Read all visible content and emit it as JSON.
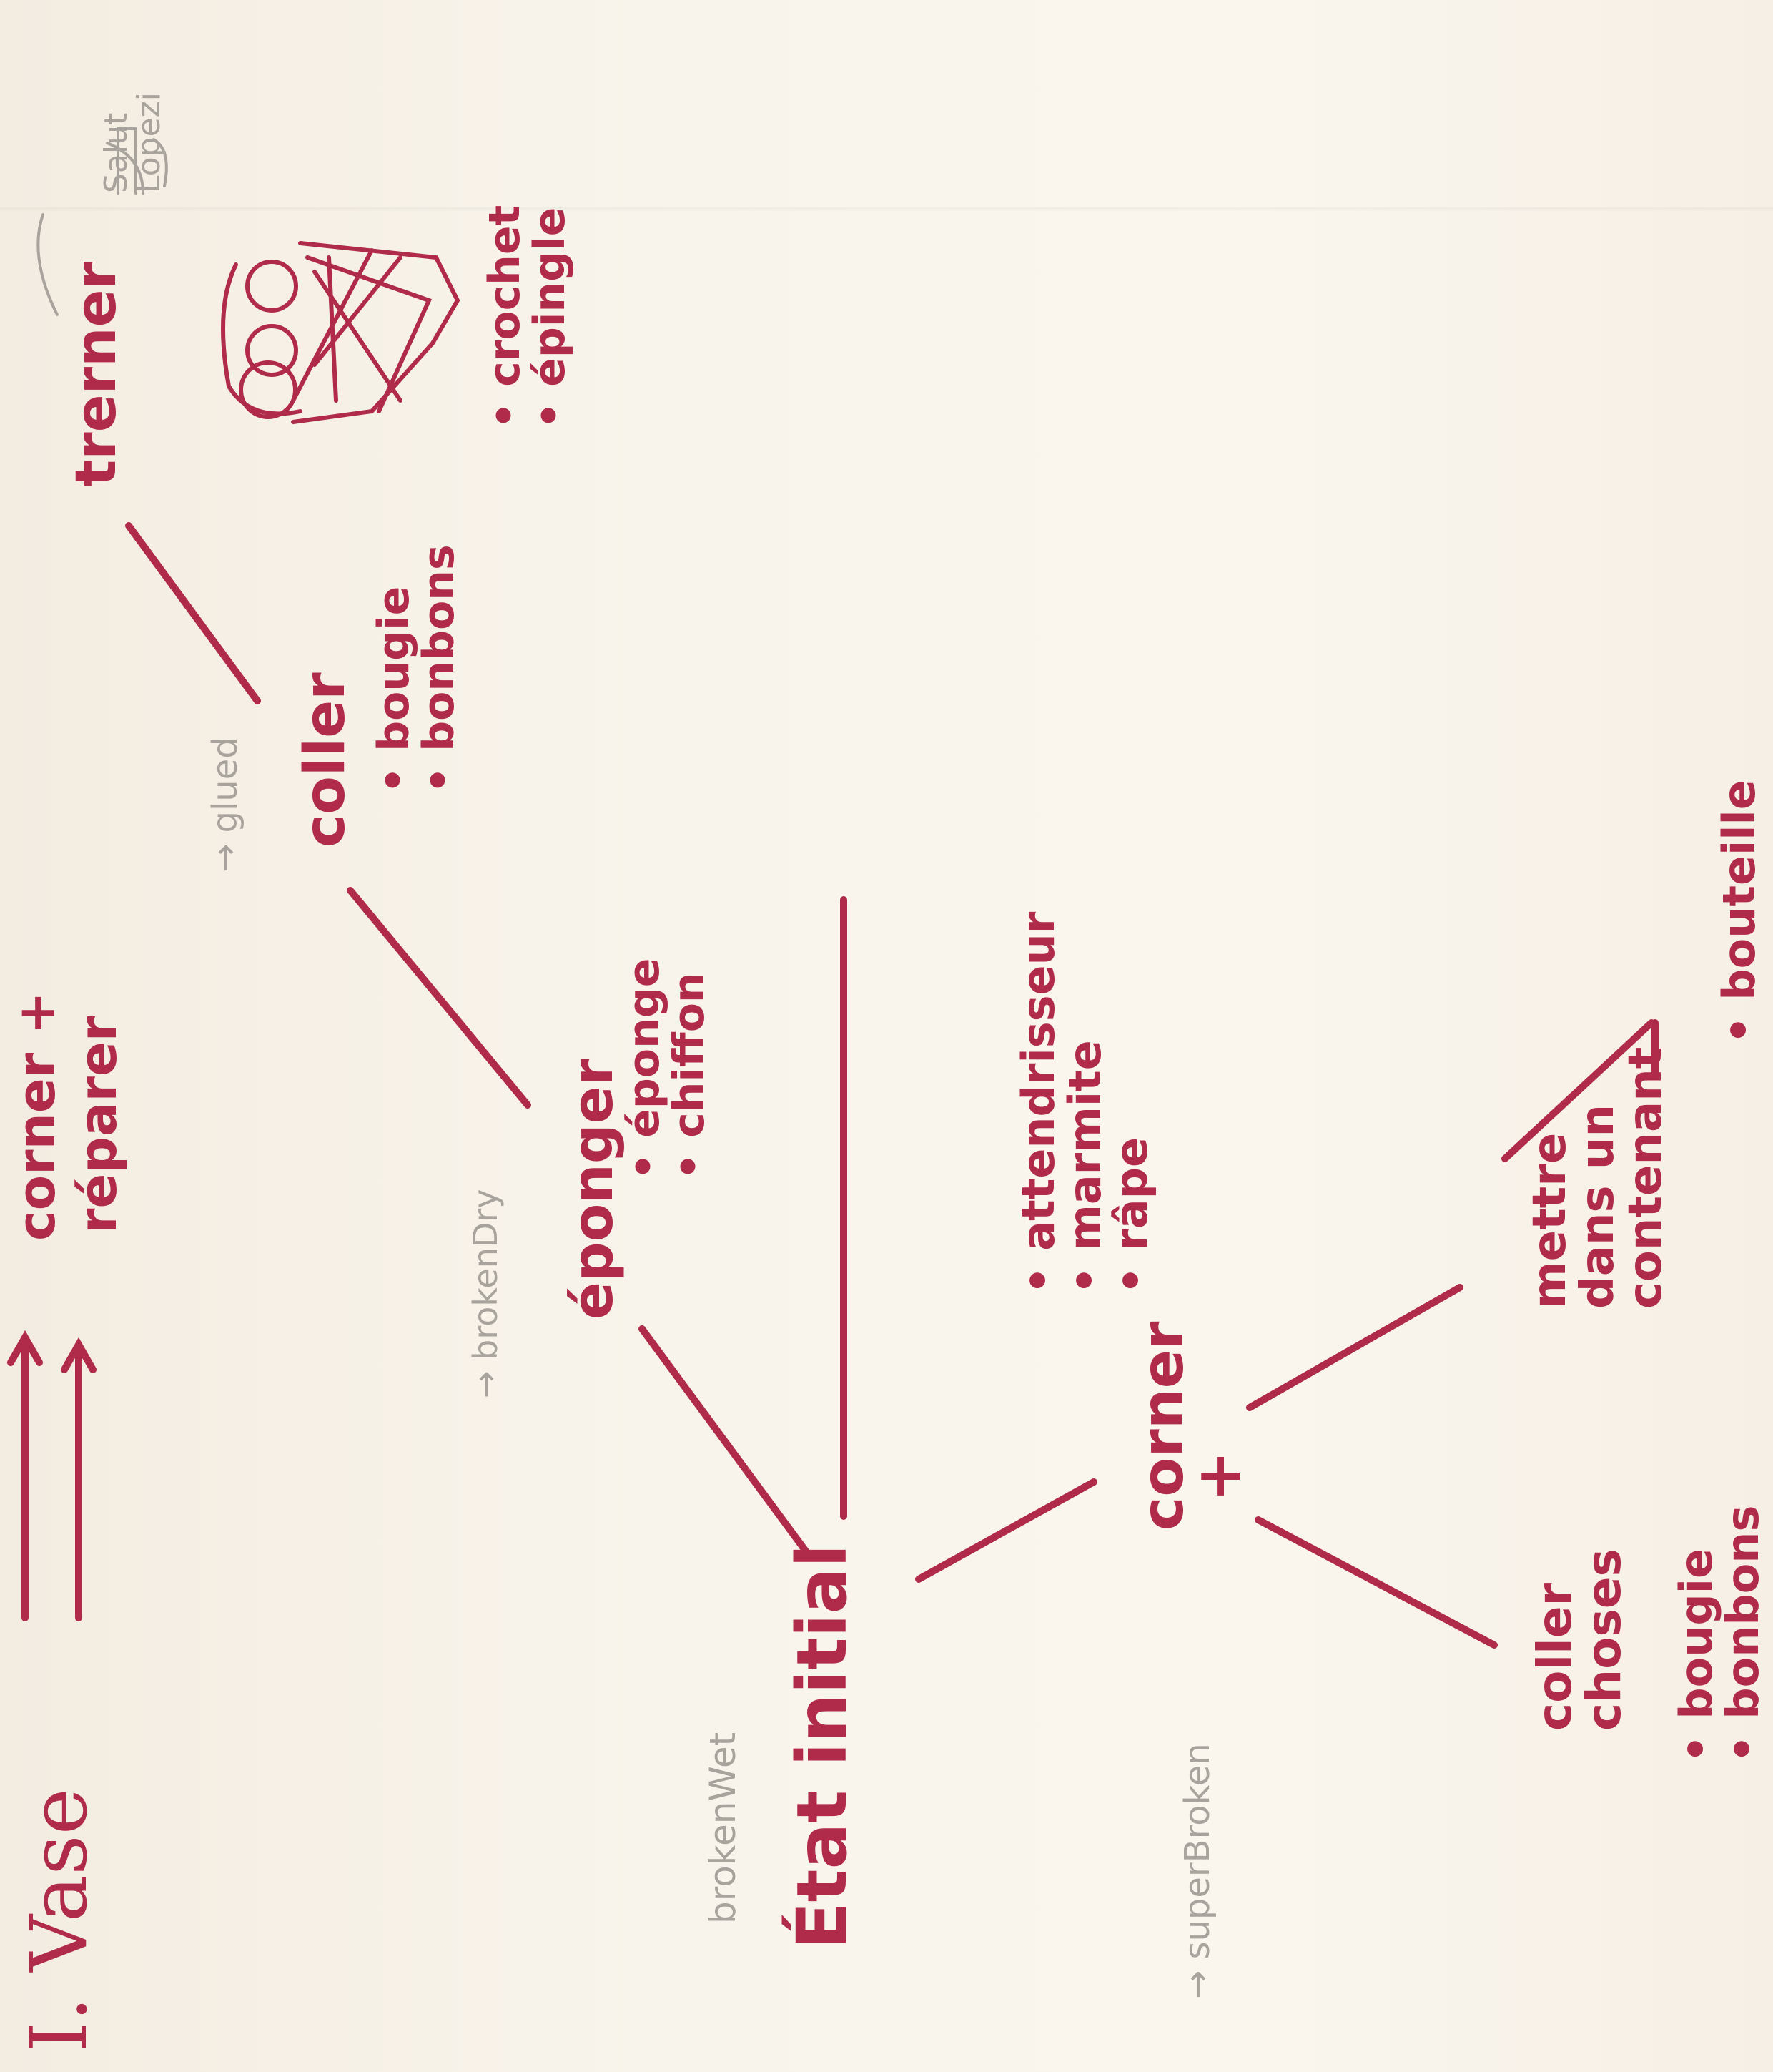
{
  "nodes": {
    "initial": "État initial",
    "corner_main": "corner",
    "corner_plus": "+",
    "eponger": "éponger",
    "eponger_items": [
      "• éponge",
      "• chiffon"
    ],
    "coller": "coller",
    "coller_items": [
      "• bougie",
      "• bonbons"
    ],
    "trerner": "trerner",
    "trerner_items": [
      "• crochet",
      "• épingle"
    ],
    "corner_tools": [
      "• attendrisseur",
      "• marmite",
      "• râpe"
    ],
    "mettre": [
      "mettre",
      "dans un",
      "contenant"
    ],
    "mettre_items": [
      "• bouteille"
    ],
    "coller_choses": [
      "coller",
      "choses"
    ],
    "coller_choses_items": [
      "• bougie",
      "• bonbons"
    ]
  },
  "header": {
    "title": "I. Vase",
    "arrow1": "corner +",
    "arrow2": "réparer"
  },
  "pencil_notes": {
    "broken_wet": "brokenWet",
    "broken_dry": "→ brokenDry",
    "glued": "→ glued",
    "super_broken": "→ superBroken",
    "corner_note": [
      "Salut",
      "Lopezi"
    ]
  },
  "colors": {
    "ink": "#b02a4a",
    "pencil": "#a9a39d",
    "paper": "#f7f1e8"
  }
}
